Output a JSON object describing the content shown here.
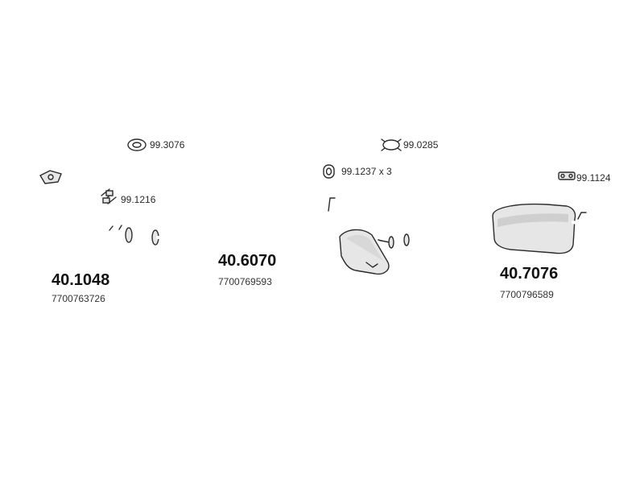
{
  "accessories": [
    {
      "id": "a1",
      "code": "99.3076",
      "icon": "gasket-ring-icon"
    },
    {
      "id": "a2",
      "code": "99.0285",
      "icon": "clamp-ring-icon"
    },
    {
      "id": "a3",
      "code": "99.1237 x 3",
      "icon": "rubber-mount-icon"
    },
    {
      "id": "a4",
      "code": "99.1216",
      "icon": "bolt-kit-icon"
    },
    {
      "id": "a5",
      "code": "99.1124",
      "icon": "hanger-bracket-icon"
    }
  ],
  "parts": [
    {
      "id": "p1",
      "number": "40.1048",
      "oem": "7700763726",
      "kind": "front-pipe"
    },
    {
      "id": "p2",
      "number": "40.6070",
      "oem": "7700769593",
      "kind": "middle-silencer"
    },
    {
      "id": "p3",
      "number": "40.7076",
      "oem": "7700796589",
      "kind": "rear-silencer"
    }
  ]
}
